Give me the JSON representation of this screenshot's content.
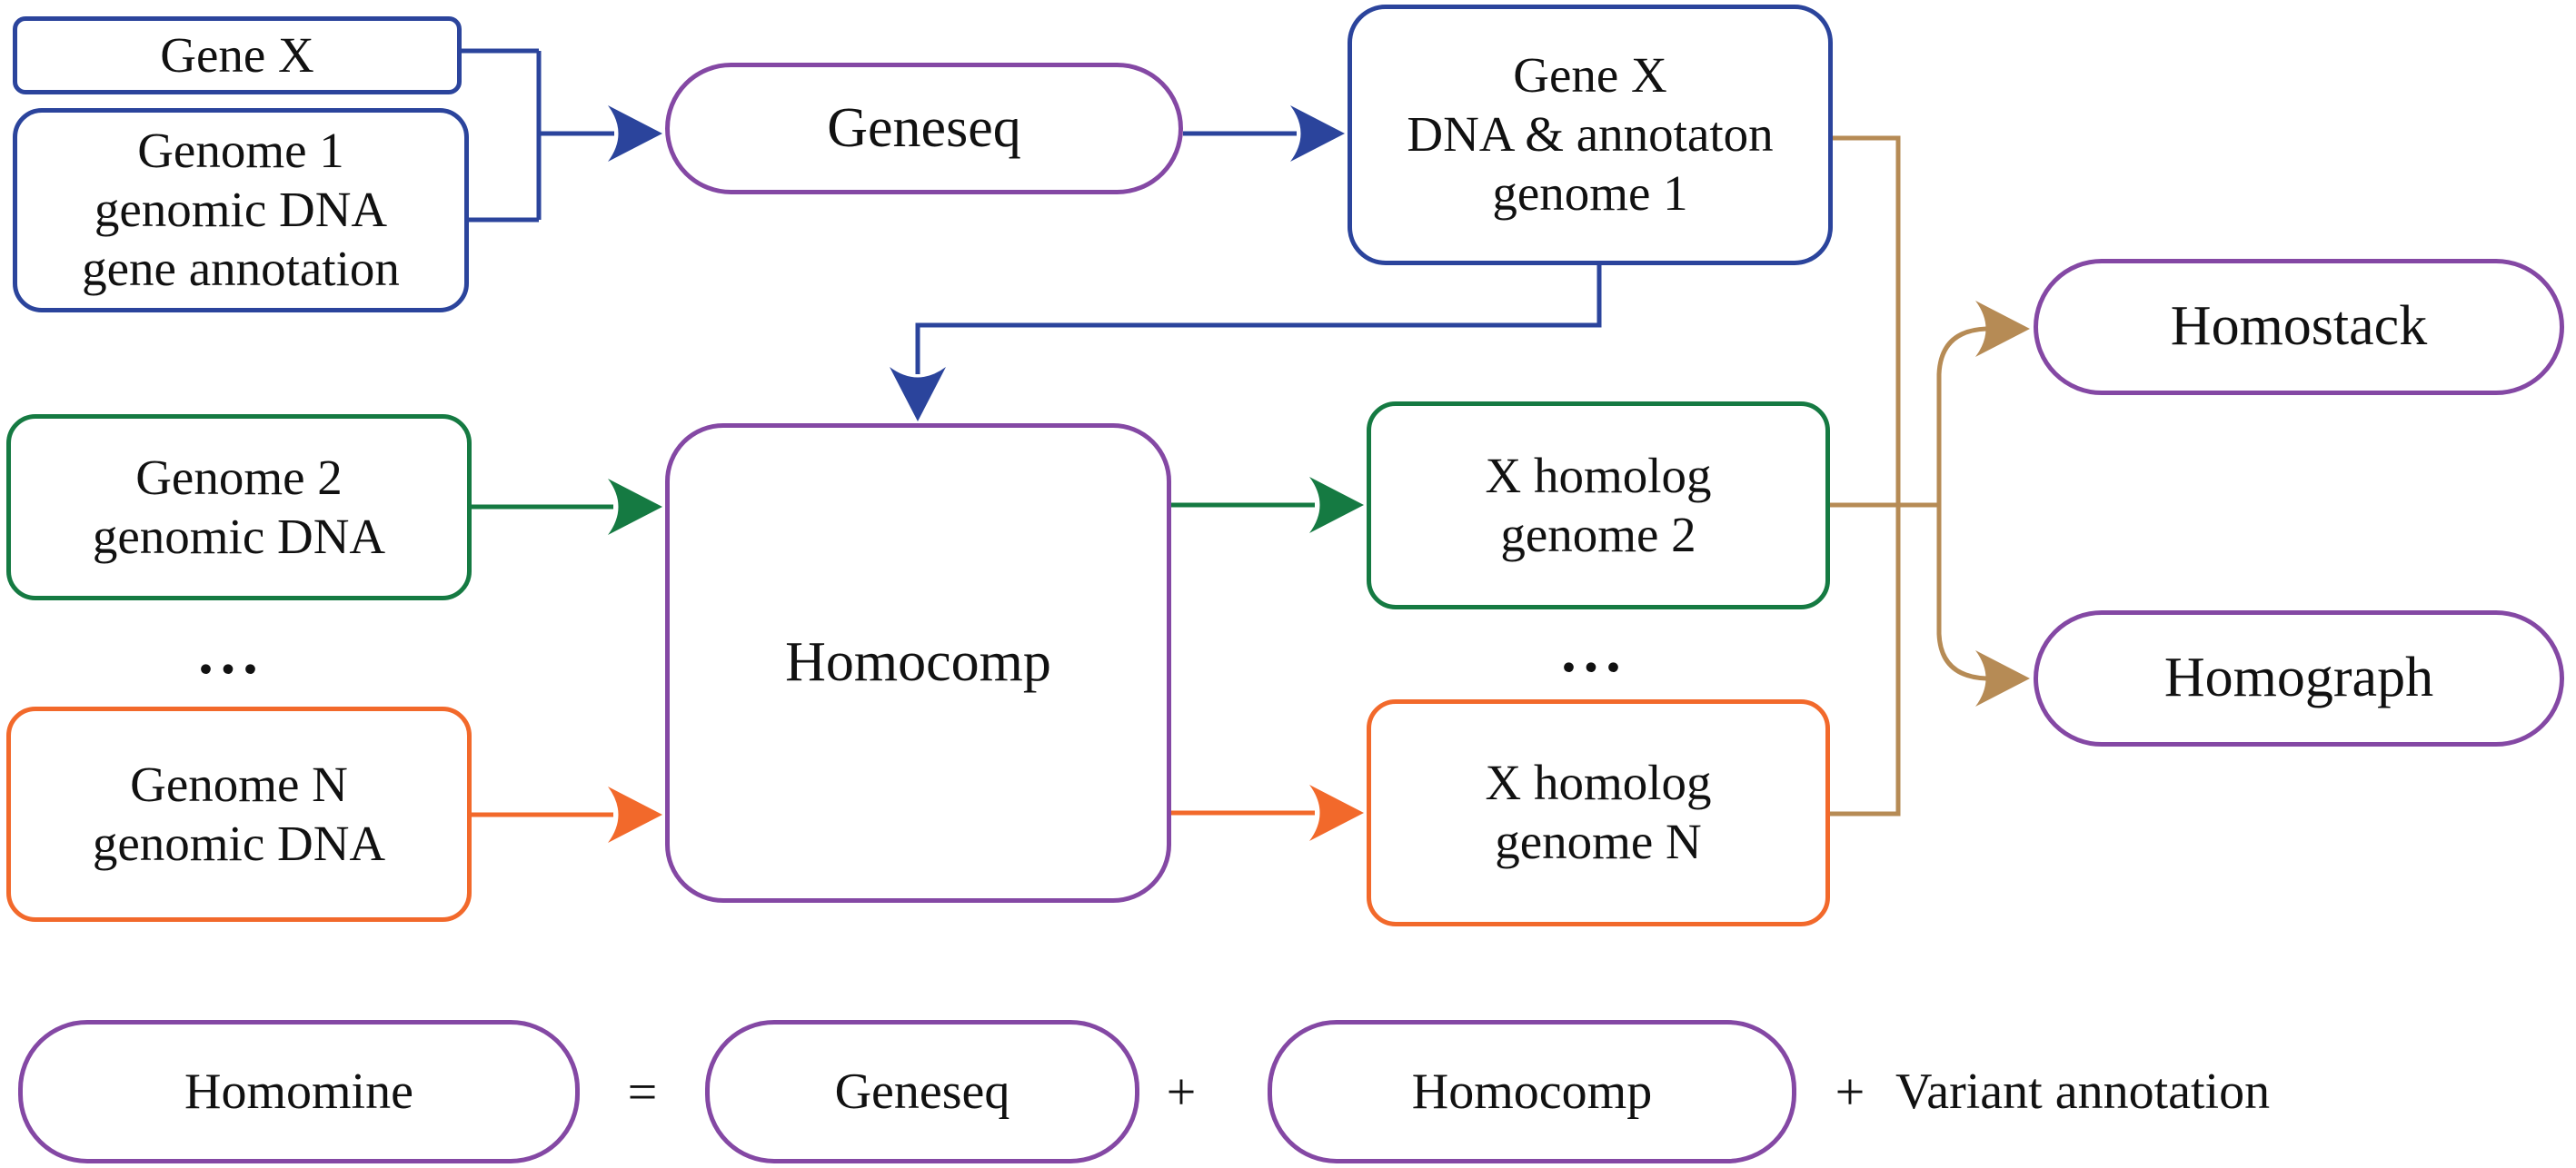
{
  "colors": {
    "background": "#ffffff",
    "text": "#111111",
    "blue": "#2b449c",
    "green": "#157a42",
    "orange": "#f2692b",
    "purple": "#8448a4",
    "brown": "#b68b55"
  },
  "nodes": {
    "gene_x": {
      "label": "Gene X"
    },
    "genome_1": {
      "label": "Genome 1\ngenomic DNA\ngene annotation"
    },
    "geneseq": {
      "label": "Geneseq"
    },
    "gene_x_dna": {
      "label": "Gene X\nDNA & annotaton\ngenome 1"
    },
    "genome_2": {
      "label": "Genome 2\ngenomic DNA"
    },
    "genome_n": {
      "label": "Genome N\ngenomic DNA"
    },
    "homocomp": {
      "label": "Homocomp"
    },
    "x_homolog_2": {
      "label": "X homolog\ngenome 2"
    },
    "x_homolog_n": {
      "label": "X homolog\ngenome N"
    },
    "homostack": {
      "label": "Homostack"
    },
    "homograph": {
      "label": "Homograph"
    }
  },
  "ellipsis": {
    "left": "...",
    "right": "..."
  },
  "equation": {
    "homomine": "Homomine",
    "equals": "=",
    "geneseq": "Geneseq",
    "plus1": "+",
    "homocomp": "Homocomp",
    "plus2": "+",
    "variant": "Variant annotation"
  }
}
